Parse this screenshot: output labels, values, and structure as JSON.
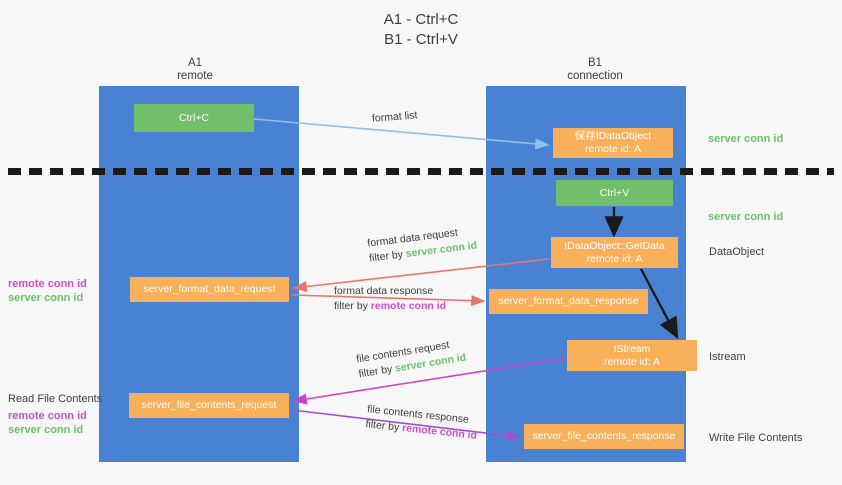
{
  "title": {
    "line1": "A1 - Ctrl+C",
    "line2": "B1 - Ctrl+V"
  },
  "lanes": [
    {
      "id": "a1",
      "name": "A1",
      "sub": "remote",
      "color": "#4a82d3"
    },
    {
      "id": "b1",
      "name": "B1",
      "sub": "connection",
      "color": "#4a82d3"
    }
  ],
  "boxes": {
    "ctrl_c": {
      "line1": "Ctrl+C",
      "color": "#72bf6a"
    },
    "ctrl_v": {
      "line1": "Ctrl+V",
      "color": "#72bf6a"
    },
    "save_idataobject": {
      "line1": "保存IDataObject",
      "line2": "remote id: A",
      "color": "#f9b05a"
    },
    "getdata": {
      "line1": "IDataObject::GetData",
      "line2": "remote id: A",
      "color": "#f9b05a"
    },
    "istream": {
      "line1": "IStream",
      "line2": "remote id: A",
      "color": "#f9b05a"
    },
    "server_format_data_request": {
      "line1": "server_format_data_request",
      "color": "#f9b05a"
    },
    "server_format_data_response": {
      "line1": "server_format_data_response",
      "color": "#f9b05a"
    },
    "server_file_contents_request": {
      "line1": "server_file_contents_request",
      "color": "#f9b05a"
    },
    "server_file_contents_response": {
      "line1": "server_file_contents_response",
      "color": "#f9b05a"
    }
  },
  "flow_labels": {
    "format_list": "format list",
    "format_data_request": "format data request",
    "format_data_request_filter_prefix": "filter by ",
    "format_data_request_filter_value": "server conn id",
    "format_data_response": "format data response",
    "format_data_response_filter_prefix": "filter by ",
    "format_data_response_filter_value": "remote conn id",
    "file_contents_request": "file contents request",
    "file_contents_request_filter_prefix": "filter by ",
    "file_contents_request_filter_value": "server conn id",
    "file_contents_response": "file contents response",
    "file_contents_response_filter_prefix": "filter by ",
    "file_contents_response_filter_value": "remote conn id"
  },
  "annotations": {
    "server_conn_id_top": "server conn id",
    "server_conn_id_mid": "server conn id",
    "dataobject": "DataObject",
    "istream": "Istream",
    "write_file_contents": "Write File Contents",
    "read_file_contents": "Read File Contents",
    "remote_conn_id": "remote conn id",
    "server_conn_id": "server conn id"
  },
  "colors": {
    "lane": "#4a82d3",
    "green_box": "#72bf6a",
    "orange_box": "#f9b05a",
    "green_text": "#6cc16a",
    "magenta_text": "#c850c8",
    "arrow_blue": "#8cc1e8",
    "arrow_red": "#e8756b",
    "arrow_magenta": "#cc44cc",
    "arrow_purple": "#a04fd0",
    "arrow_dark": "#1a1a1a",
    "background": "#f7f7f7"
  }
}
